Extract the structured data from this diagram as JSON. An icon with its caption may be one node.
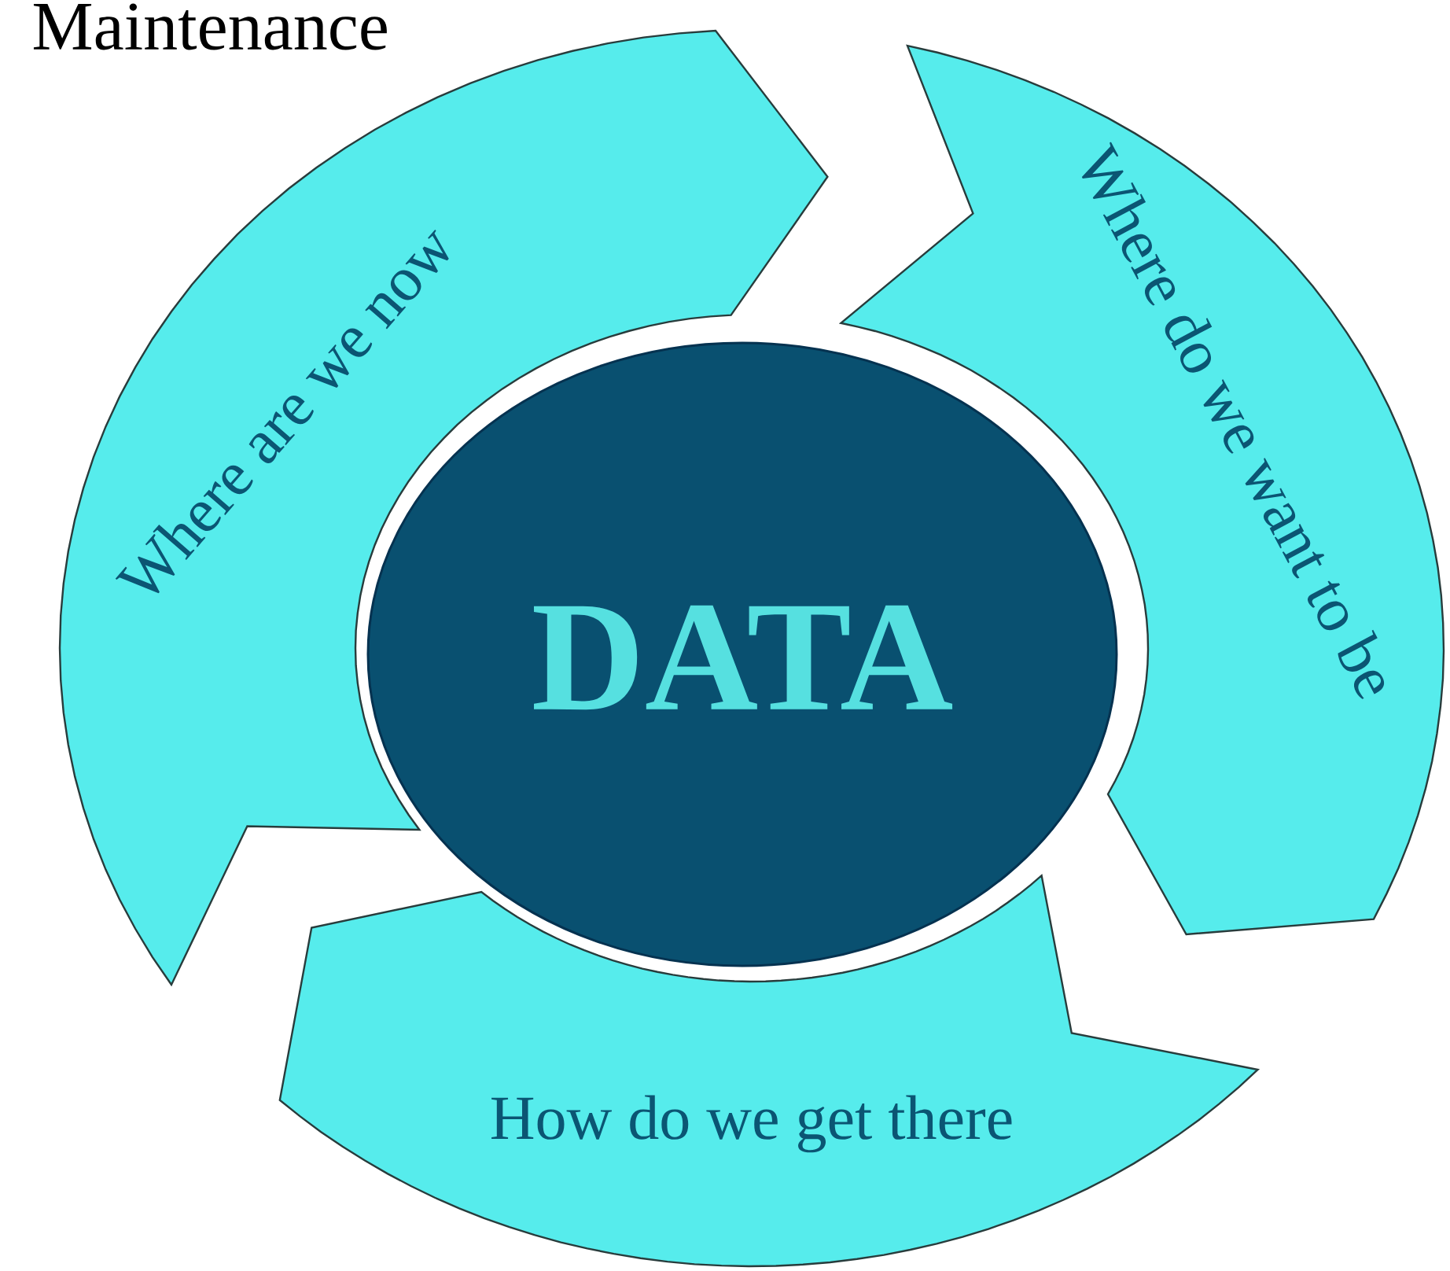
{
  "diagram": {
    "title": "Maintenance",
    "nodes": [
      {
        "text": [
          "Where are we now"
        ]
      },
      {
        "text": [
          "Where do we want to be"
        ]
      },
      {
        "text": [
          "How do we get there"
        ]
      },
      {
        "text": [
          "DATA"
        ]
      }
    ]
  }
}
